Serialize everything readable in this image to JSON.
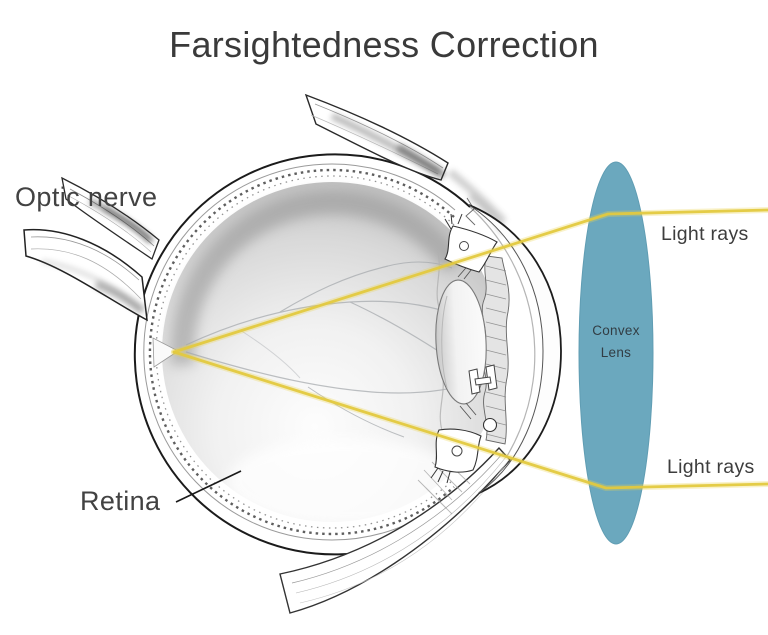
{
  "title": "Farsightedness Correction",
  "labels": {
    "optic_nerve": "Optic nerve",
    "light_rays_top": "Light rays",
    "light_rays_bottom": "Light rays",
    "convex_lens": [
      "Convex",
      "Lens"
    ],
    "retina": "Retina"
  },
  "colors": {
    "background": "#ffffff",
    "text": "#3a3a3a",
    "convex_lens_fill": "#6ba8be",
    "light_ray": "#e3c93f"
  },
  "diagram": {
    "subject": "human eye cross-section with convex corrective lens",
    "annotated_parts": [
      "Optic nerve",
      "Retina",
      "Convex Lens",
      "Light rays"
    ]
  }
}
